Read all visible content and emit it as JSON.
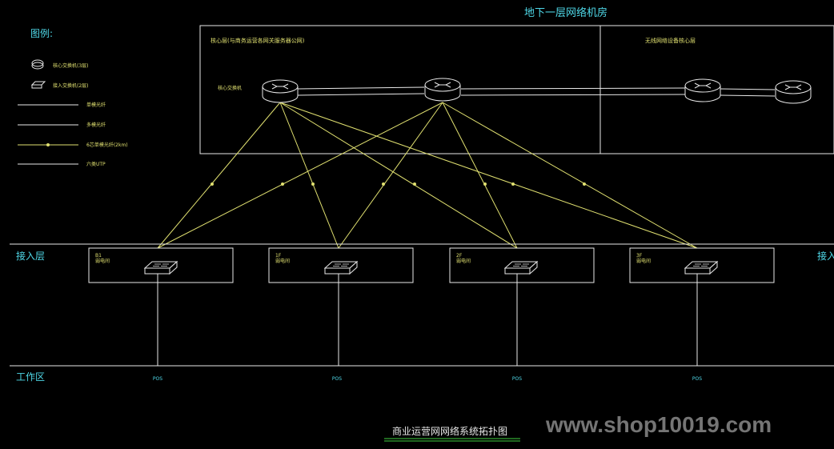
{
  "title": "地下一层网络机房",
  "legend": {
    "heading": "图例:",
    "items": [
      {
        "icon": "router-icon",
        "label": "核心交换机(3层)"
      },
      {
        "icon": "switch-icon",
        "label": "接入交换机(2层)"
      },
      {
        "icon": "line",
        "label": "单模光纤"
      },
      {
        "icon": "line",
        "label": "多模光纤"
      },
      {
        "icon": "line-dot",
        "label": "6芯单模光纤(2km)"
      },
      {
        "icon": "line",
        "label": "六类UTP"
      }
    ]
  },
  "core_zone": {
    "label": "核心层(与商务运营各网关服务器公网)",
    "device_label": "核心交换机"
  },
  "wireless_zone": {
    "label": "无线网络设备核心层"
  },
  "access_layer": {
    "left_label": "接入层",
    "right_label": "接入",
    "boxes": [
      {
        "floor": "B1",
        "name": "弱电间"
      },
      {
        "floor": "1F",
        "name": "弱电间"
      },
      {
        "floor": "2F",
        "name": "弱电间"
      },
      {
        "floor": "3F",
        "name": "弱电间"
      }
    ]
  },
  "work_area": {
    "label": "工作区",
    "terminals": [
      "POS",
      "POS",
      "POS",
      "POS"
    ]
  },
  "footer_title": "商业运营网网络系统拓扑图",
  "watermark": "www.shop10019.com",
  "colors": {
    "line": "#e8e8e8",
    "fiber": "#e0e070",
    "label": "#4fd8e8"
  }
}
